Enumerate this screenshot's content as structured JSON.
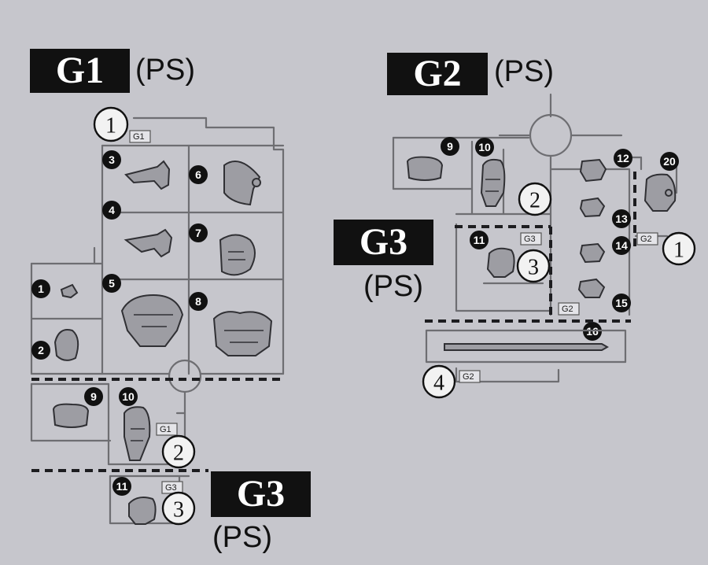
{
  "groups": {
    "g1": {
      "code": "G1",
      "material": "(PS)"
    },
    "g2": {
      "code": "G2",
      "material": "(PS)"
    },
    "g3_right": {
      "code": "G3",
      "material": "(PS)"
    },
    "g3_bottom": {
      "code": "G3",
      "material": "(PS)"
    }
  },
  "runner_tags": {
    "g1_runner1": "G1",
    "g1_runner2": "G1",
    "g3_left": "G3",
    "g3_right": "G3",
    "g2_runner1": "G2",
    "g2_runner2": "G2",
    "g2_runner4": "G2"
  },
  "runner_numbers": [
    "1",
    "2",
    "3",
    "4"
  ],
  "part_numbers": [
    "1",
    "2",
    "3",
    "4",
    "5",
    "6",
    "7",
    "8",
    "9",
    "10",
    "11",
    "12",
    "13",
    "14",
    "15",
    "16",
    "20"
  ]
}
